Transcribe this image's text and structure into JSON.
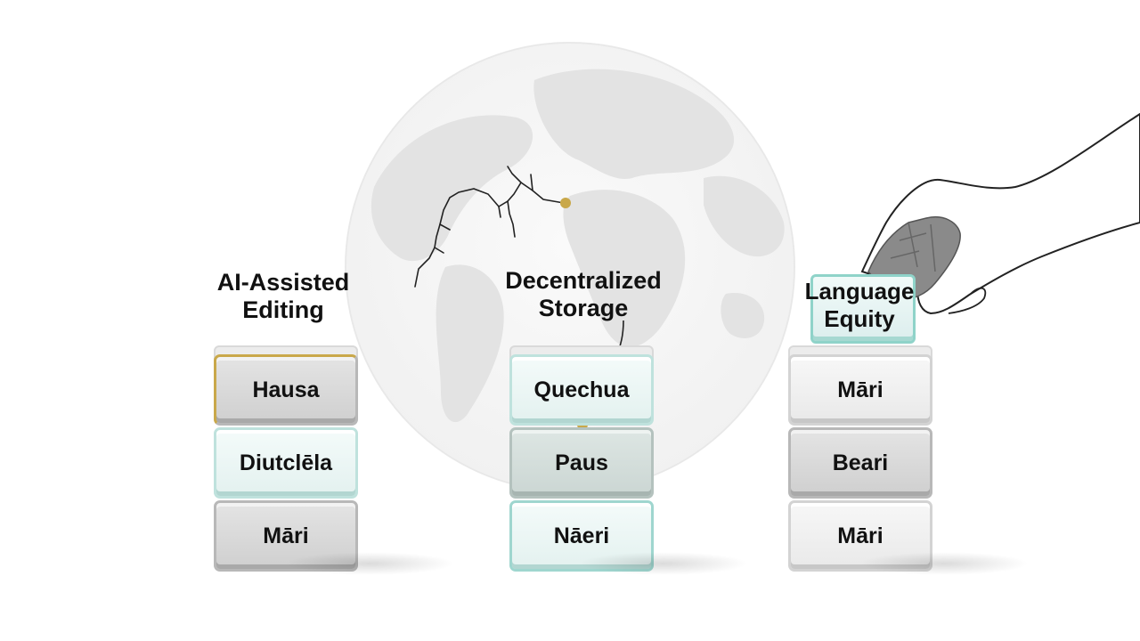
{
  "columns": [
    {
      "title_line1": "AI-Assisted",
      "title_line2": "Editing",
      "blocks": [
        "Hausa",
        "Diutclēla",
        "Māri"
      ]
    },
    {
      "title_line1": "Decentralized",
      "title_line2": "Storage",
      "blocks": [
        "Quechua",
        "Paus",
        "Nāeri"
      ]
    },
    {
      "title_line1": "Language",
      "title_line2": "Equity",
      "blocks": [
        "Māri",
        "Beari",
        "Māri"
      ]
    }
  ],
  "colors": {
    "accent_gold": "#c9a84a",
    "accent_teal": "#8fd3c9",
    "block_gray": "#d6d6d6",
    "globe_gray": "#e6e6e6"
  },
  "icons": [
    "globe-icon",
    "hand-icon",
    "crack-icon"
  ]
}
